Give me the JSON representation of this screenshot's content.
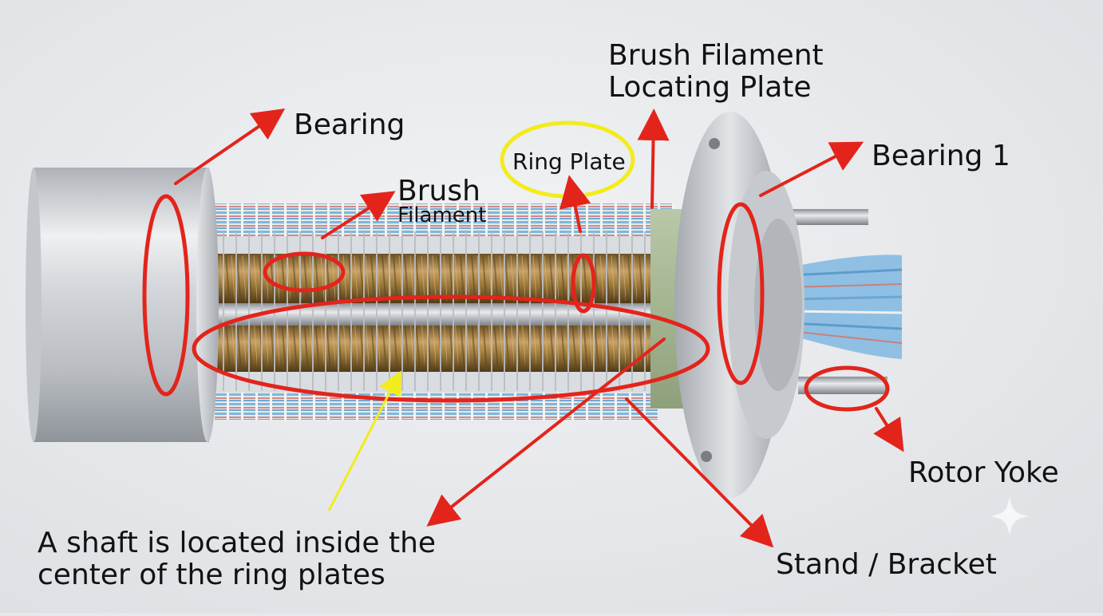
{
  "labels": {
    "bearing": "Bearing",
    "brush_filament_plate_line1": "Brush Filament",
    "brush_filament_plate_line2": "Locating Plate",
    "bearing_1": "Bearing 1",
    "ring_plate": "Ring Plate",
    "brush": "Brush",
    "filament": "Filament",
    "rotor_yoke": "Rotor Yoke",
    "stand_bracket": "Stand / Bracket",
    "shaft_line1": "A shaft is located inside the",
    "shaft_line2": "center of the ring plates"
  },
  "colors": {
    "annotation_red": "#e3241b",
    "highlight_yellow": "#f2ec1c",
    "background": "#e6e8eb",
    "aluminum": "#c9ccd0",
    "brass": "#a07c3e",
    "wire_blue": "#7eb7de"
  },
  "icons": {
    "watermark": "sparkle-icon"
  }
}
